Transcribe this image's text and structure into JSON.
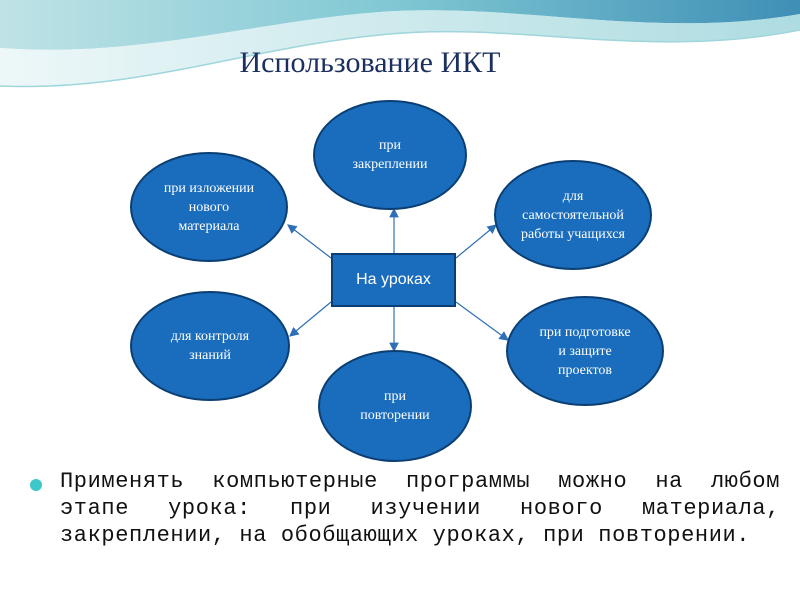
{
  "title": "Использование ИКТ",
  "colors": {
    "node_fill": "#1a6cbc",
    "node_border": "#0b3f73",
    "arrow": "#2e6fb7",
    "bullet": "#3ec7c9",
    "title": "#1c3060"
  },
  "diagram": {
    "center_label": "На уроках",
    "nodes": [
      {
        "id": "top",
        "label": "при\nзакреплении"
      },
      {
        "id": "top-left",
        "label": "при изложении\nнового\nматериала"
      },
      {
        "id": "top-right",
        "label": "для\nсамостоятельной\nработы учащихся"
      },
      {
        "id": "bottom-left",
        "label": "для контроля\nзнаний"
      },
      {
        "id": "bottom",
        "label": "при\nповторении"
      },
      {
        "id": "bottom-right",
        "label": "при подготовке\nи защите\nпроектов"
      }
    ]
  },
  "bullet": {
    "text": "Применять компьютерные программы можно на любом этапе урока: при изучении нового материала, закреплении, на обобщающих уроках, при повторении."
  }
}
